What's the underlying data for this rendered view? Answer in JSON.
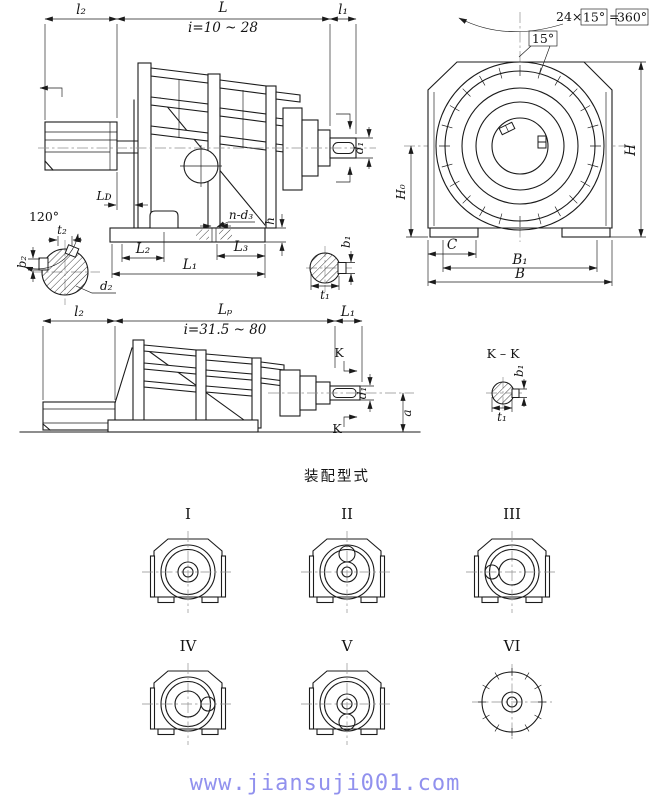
{
  "colors": {
    "ink": "#1b1b1b",
    "centerline": "#8f8f8f",
    "watermark": "#9191ee",
    "background": "#ffffff"
  },
  "top_view": {
    "l2": "l₂",
    "L": "L",
    "ratio": "i=10 ~ 28",
    "l1": "l₁",
    "LD": "Lᴅ",
    "nd3": "n-d₃",
    "h": "h",
    "L2": "L₂",
    "L3": "L₃",
    "L1": "L₁",
    "d1": "d₁",
    "key_angle": "120°",
    "t2": "t₂",
    "b2": "b₂",
    "d2": "d₂",
    "b1": "b₁",
    "t1": "t₁"
  },
  "end_view": {
    "note_prefix": "24×",
    "note_angle": "15°",
    "note_eq": "=",
    "note_total": "360°",
    "angle": "15°",
    "H": "H",
    "H0": "H₀",
    "C": "C",
    "B1": "B₁",
    "B": "B"
  },
  "lower_view": {
    "l2": "l₂",
    "LP": "Lₚ",
    "ratio": "i=31.5 ~ 80",
    "L1": "L₁",
    "K": "K",
    "d1": "d₁",
    "a": "a"
  },
  "section_kk": {
    "title": "K – K",
    "b1": "b₁",
    "t1": "t₁"
  },
  "assembly": {
    "title": "装配型式",
    "types": [
      "I",
      "II",
      "III",
      "IV",
      "V",
      "VI"
    ]
  },
  "watermark": {
    "text": "www.jiansuji001.com"
  }
}
